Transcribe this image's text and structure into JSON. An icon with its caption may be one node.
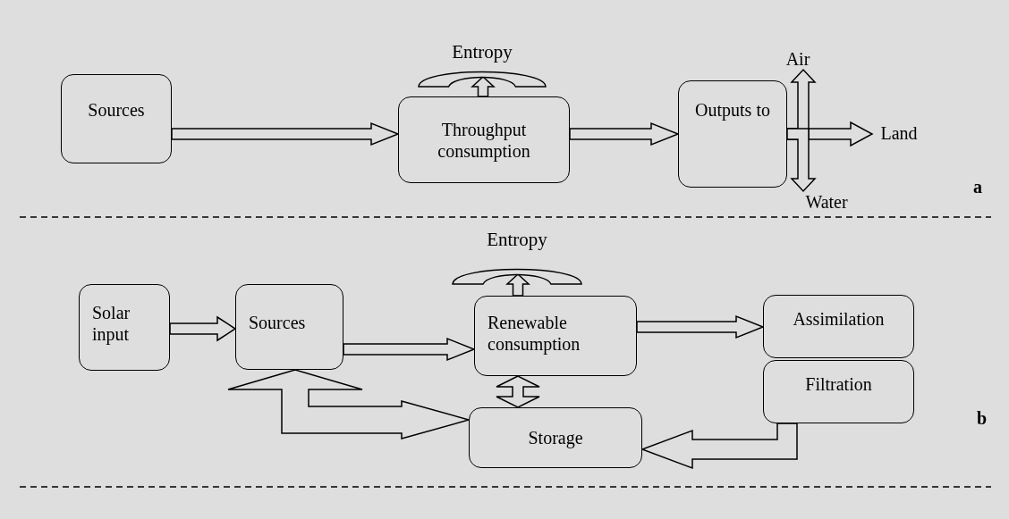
{
  "diagram": {
    "nodes": [
      {
        "text": [
          "Sources"
        ]
      },
      {
        "text": [
          "Throughput consumption"
        ]
      },
      {
        "text": [
          "Outputs to"
        ]
      },
      {
        "text": [
          "Air"
        ]
      },
      {
        "text": [
          "Land"
        ]
      },
      {
        "text": [
          "Water"
        ]
      },
      {
        "text": [
          "Entropy"
        ]
      },
      {
        "text": [
          "Solar input"
        ]
      },
      {
        "text": [
          "Sources"
        ]
      },
      {
        "text": [
          "Renewable consumption"
        ]
      },
      {
        "text": [
          "Entropy"
        ]
      },
      {
        "text": [
          "Assimilation"
        ]
      },
      {
        "text": [
          "Filtration"
        ]
      },
      {
        "text": [
          "Storage"
        ]
      }
    ],
    "edges": [
      {
        "from": 0,
        "to": 1,
        "arrow": "to"
      },
      {
        "from": 1,
        "to": 6,
        "arrow": "to"
      },
      {
        "from": 1,
        "to": 2,
        "arrow": "to"
      },
      {
        "from": 2,
        "to": 4,
        "arrow": "to"
      },
      {
        "from": 2,
        "to": 3,
        "arrow": "to"
      },
      {
        "from": 2,
        "to": 5,
        "arrow": "to"
      },
      {
        "from": 7,
        "to": 8,
        "arrow": "to"
      },
      {
        "from": 8,
        "to": 9,
        "arrow": "to"
      },
      {
        "from": 9,
        "to": 10,
        "arrow": "to"
      },
      {
        "from": 9,
        "to": 11,
        "arrow": "to"
      },
      {
        "from": 9,
        "to": 13,
        "arrow": "both"
      },
      {
        "from": 8,
        "to": 13,
        "arrow": "both"
      },
      {
        "from": 12,
        "to": 13,
        "arrow": "to"
      }
    ],
    "labels": [
      "a",
      "b"
    ]
  }
}
